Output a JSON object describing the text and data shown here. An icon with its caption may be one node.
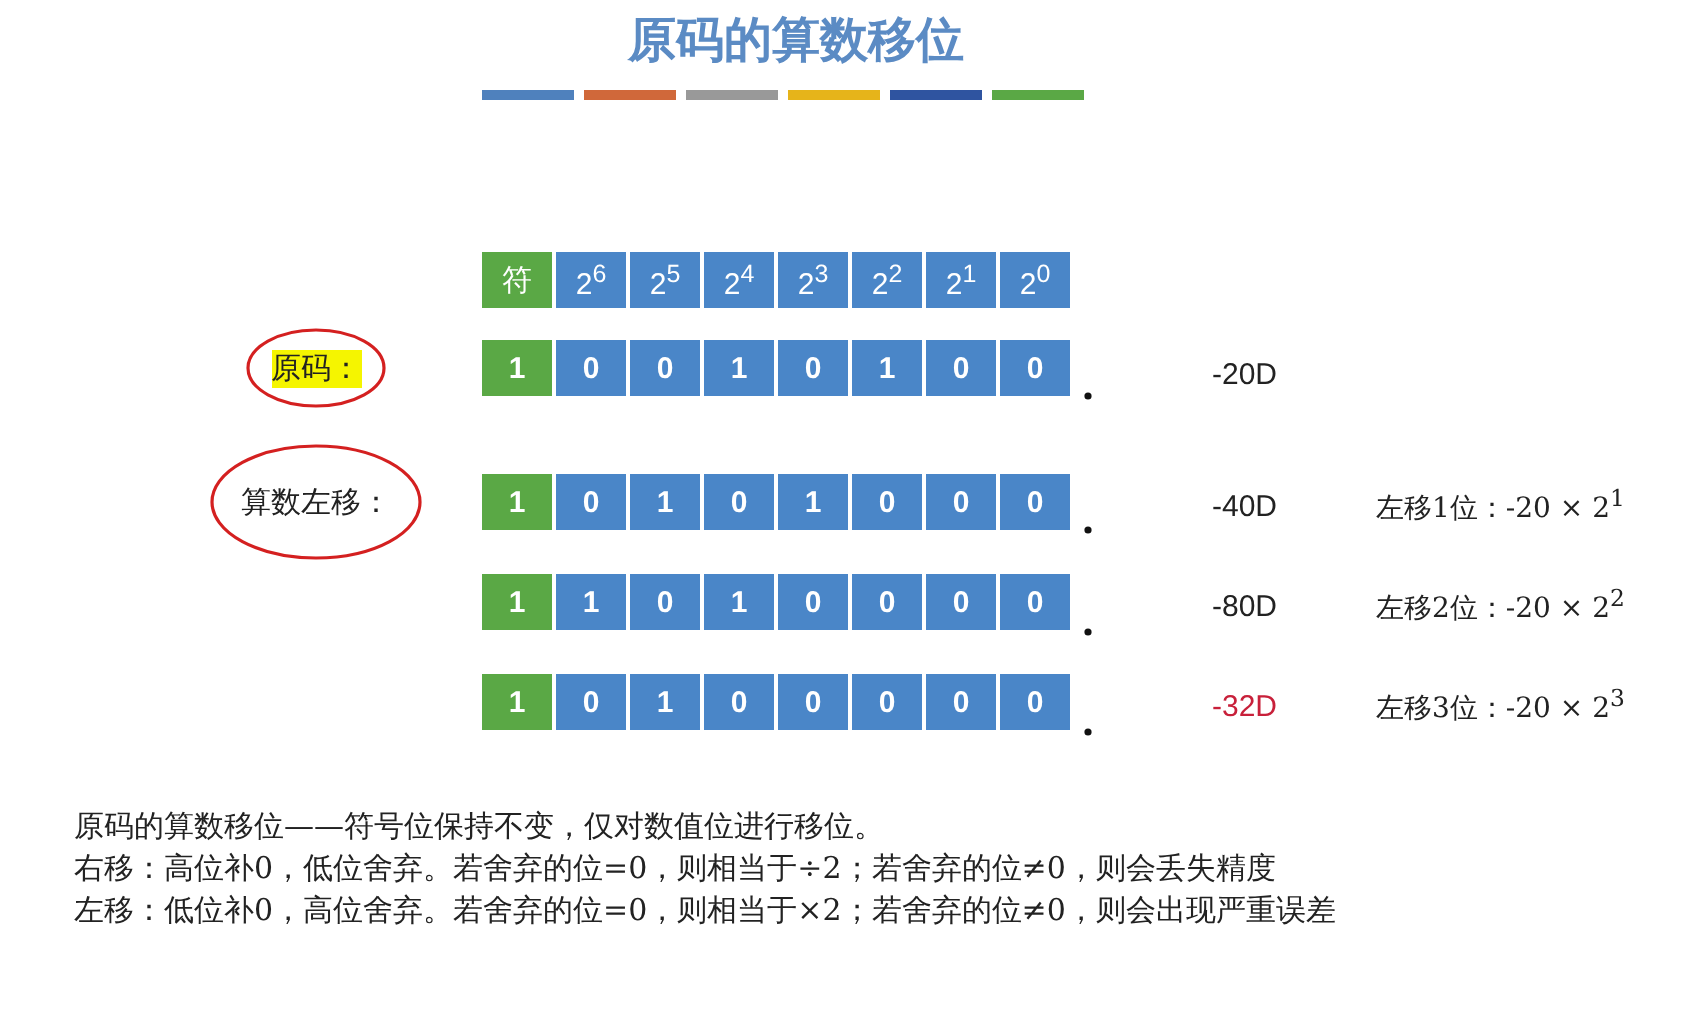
{
  "diagram": {
    "title": "原码的算数移位",
    "nodes": [
      {
        "text": [
          "符"
        ]
      },
      {
        "text": [
          "2$^{6}$"
        ]
      },
      {
        "text": [
          "2$^{5}$"
        ]
      },
      {
        "text": [
          "2$^{4}$"
        ]
      },
      {
        "text": [
          "2$^{3}$"
        ]
      },
      {
        "text": [
          "2$^{2}$"
        ]
      },
      {
        "text": [
          "2$^{1}$"
        ]
      },
      {
        "text": [
          "2$^{0}$"
        ]
      },
      {
        "text": [
          "原码："
        ]
      },
      {
        "text": [
          "1"
        ]
      },
      {
        "text": [
          "0"
        ]
      },
      {
        "text": [
          "0"
        ]
      },
      {
        "text": [
          "1"
        ]
      },
      {
        "text": [
          "0"
        ]
      },
      {
        "text": [
          "1"
        ]
      },
      {
        "text": [
          "0"
        ]
      },
      {
        "text": [
          "0"
        ]
      },
      {
        "text": [
          "算数左移："
        ]
      },
      {
        "text": [
          "1"
        ]
      },
      {
        "text": [
          "0"
        ]
      },
      {
        "text": [
          "1"
        ]
      },
      {
        "text": [
          "0"
        ]
      },
      {
        "text": [
          "1"
        ]
      },
      {
        "text": [
          "0"
        ]
      },
      {
        "text": [
          "0"
        ]
      },
      {
        "text": [
          "0"
        ]
      },
      {
        "text": [
          "1"
        ]
      },
      {
        "text": [
          "1"
        ]
      },
      {
        "text": [
          "0"
        ]
      },
      {
        "text": [
          "1"
        ]
      },
      {
        "text": [
          "0"
        ]
      },
      {
        "text": [
          "0"
        ]
      },
      {
        "text": [
          "0"
        ]
      },
      {
        "text": [
          "0"
        ]
      },
      {
        "text": [
          "1"
        ]
      },
      {
        "text": [
          "0"
        ]
      },
      {
        "text": [
          "1"
        ]
      },
      {
        "text": [
          "0"
        ]
      },
      {
        "text": [
          "0"
        ]
      },
      {
        "text": [
          "0"
        ]
      },
      {
        "text": [
          "0"
        ]
      },
      {
        "text": [
          "0"
        ]
      }
    ],
    "labels": [
      "-20D",
      "-40D",
      "左移1位：-20 × 2$^{1}$",
      "-80D",
      "左移2位：-20 × 2$^{2}$",
      "-32D",
      "左移3位：-20 × 2$^{3}$",
      "原码的算数移位——符号位保持不变，仅对数值位进行移位。",
      "右移：高位补0，低位舍弃。若舍弃的位=0，则相当于÷2；若舍弃的位≠0，则会丢失精度",
      "左移：低位补0，高位舍弃。若舍弃的位=0，则相当于×2；若舍弃的位≠0，则会出现严重误差"
    ]
  }
}
